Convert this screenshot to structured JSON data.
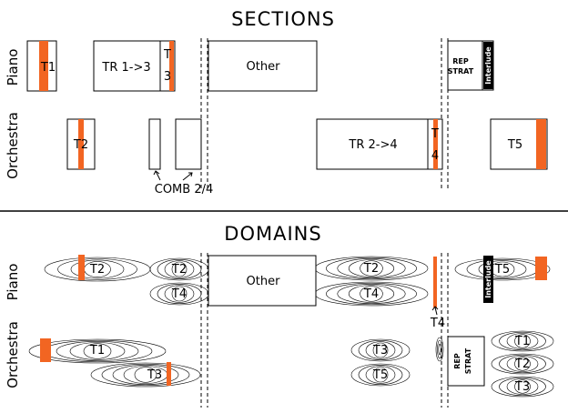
{
  "colors": {
    "accent": "#f26522",
    "ink": "#000000",
    "background": "#ffffff"
  },
  "sections": {
    "title": "SECTIONS",
    "row_piano": "Piano",
    "row_orchestra": "Orchestra",
    "t1": "T1",
    "tr13": "TR 1->3",
    "tr13_sub_a": "T",
    "tr13_sub_b": "3",
    "other": "Other",
    "rep_a": "REP",
    "rep_b": "STRAT",
    "interlude": "Interlude",
    "t2": "T2",
    "comb": "COMB 2/4",
    "tr24": "TR 2->4",
    "tr24_sub_a": "T",
    "tr24_sub_b": "4",
    "t5": "T5"
  },
  "domains": {
    "title": "DOMAINS",
    "row_piano": "Piano",
    "row_orchestra": "Orchestra",
    "p_t2_a": "T2",
    "p_t2_b": "T2",
    "p_t4_b": "T4",
    "other": "Other",
    "p_t2_c": "T2",
    "p_t4_c": "T4",
    "p_t4_arrow": "T4",
    "p_t5": "T5",
    "interlude": "Interlude",
    "o_t1": "T1",
    "o_t3": "T3",
    "o_t3_b": "T3",
    "o_t5_b": "T5",
    "rep_a": "REP",
    "rep_b": "STRAT",
    "o_t1_c": "T1",
    "o_t2_c": "T2",
    "o_t3_c": "T3"
  }
}
